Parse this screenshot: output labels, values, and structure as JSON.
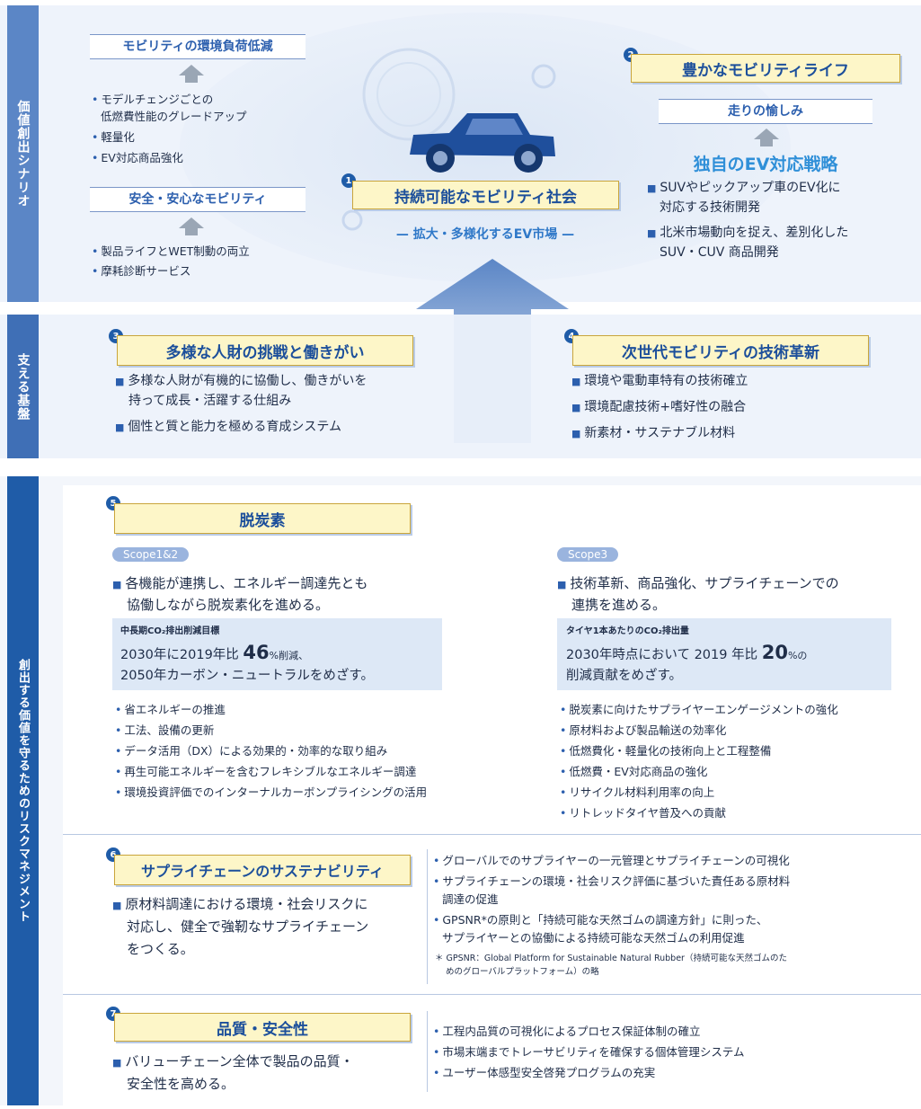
{
  "side": {
    "scenario": "価値創出シナリオ",
    "foundation": "支える基盤",
    "risk": "創出する価値を守るためのリスクマネジメント"
  },
  "top": {
    "left_header_1": "モビリティの環境負荷低減",
    "left_items_1": [
      "モデルチェンジごとの",
      "低燃費性能のグレードアップ",
      "軽量化",
      "EV対応商品強化"
    ],
    "left_header_2": "安全・安心なモビリティ",
    "left_items_2": [
      "製品ライフとWET制動の両立",
      "摩耗診断サービス"
    ],
    "center_num": "1",
    "center_title": "持続可能なモビリティ社会",
    "center_sub": "— 拡大・多様化するEV市場 —",
    "right_num": "2",
    "right_title": "豊かなモビリティライフ",
    "right_sub": "走りの愉しみ",
    "right_strategy": "独自のEV対応戦略",
    "right_items": [
      "SUVやピックアップ車のEV化に",
      "対応する技術開発",
      "北米市場動向を捉え、差別化した",
      "SUV・CUV 商品開発"
    ]
  },
  "foundation": {
    "n3": "3",
    "t3": "多様な人財の挑戦と働きがい",
    "items3": [
      "多様な人財が有機的に協働し、働きがいを",
      "持って成長・活躍する仕組み",
      "個性と質と能力を極める育成システム"
    ],
    "n4": "4",
    "t4": "次世代モビリティの技術革新",
    "items4": [
      "環境や電動車特有の技術確立",
      "環境配慮技術+嗜好性の融合",
      "新素材・サステナブル材料"
    ]
  },
  "risk": {
    "n5": "5",
    "t5": "脱炭素",
    "scope12": "Scope1&2",
    "scope12_desc": [
      "各機能が連携し、エネルギー調達先とも",
      "協働しながら脱炭素化を進める。"
    ],
    "scope12_box_label": "中長期CO₂排出削減目標",
    "scope12_box_l1a": "2030年に2019年比 ",
    "scope12_box_l1b": "46",
    "scope12_box_l1c": "%削減、",
    "scope12_box_l2": "2050年カーボン・ニュートラルをめざす。",
    "scope12_items": [
      "省エネルギーの推進",
      "工法、設備の更新",
      "データ活用（DX）による効果的・効率的な取り組み",
      "再生可能エネルギーを含むフレキシブルなエネルギー調達",
      "環境投資評価でのインターナルカーボンプライシングの活用"
    ],
    "scope3": "Scope3",
    "scope3_desc": [
      "技術革新、商品強化、サプライチェーンでの",
      "連携を進める。"
    ],
    "scope3_box_label": "タイヤ1本あたりのCO₂排出量",
    "scope3_box_l1a": "2030年時点において 2019 年比 ",
    "scope3_box_l1b": "20",
    "scope3_box_l1c": "%の",
    "scope3_box_l2": "削減貢献をめざす。",
    "scope3_items": [
      "脱炭素に向けたサプライヤーエンゲージメントの強化",
      "原材料および製品輸送の効率化",
      "低燃費化・軽量化の技術向上と工程整備",
      "低燃費・EV対応商品の強化",
      "リサイクル材料利用率の向上",
      "リトレッドタイヤ普及への貢献"
    ],
    "n6": "6",
    "t6": "サプライチェーンのサステナビリティ",
    "desc6": [
      "原材料調達における環境・社会リスクに",
      "対応し、健全で強靭なサプライチェーン",
      "をつくる。"
    ],
    "items6": [
      "グローバルでのサプライヤーの一元管理とサプライチェーンの可視化",
      "サプライチェーンの環境・社会リスク評価に基づいた責任ある原材料",
      "調達の促進",
      "GPSNR*の原則と「持続可能な天然ゴムの調達方針」に則った、",
      "サプライヤーとの協働による持続可能な天然ゴムの利用促進"
    ],
    "note6": [
      "＊ GPSNR：Global Platform for Sustainable Natural Rubber（持続可能な天然ゴムのた",
      "めのグローバルプラットフォーム）の略"
    ],
    "n7": "7",
    "t7": "品質・安全性",
    "desc7": [
      "バリューチェーン全体で製品の品質・",
      "安全性を高める。"
    ],
    "items7": [
      "工程内品質の可視化によるプロセス保証体制の確立",
      "市場末端までトレーサビリティを確保する個体管理システム",
      "ユーザー体感型安全啓発プログラムの充実"
    ]
  },
  "colors": {
    "navy": "#1f5ca8",
    "yellow": "#fdf6c8",
    "band": "#eef3fb"
  }
}
